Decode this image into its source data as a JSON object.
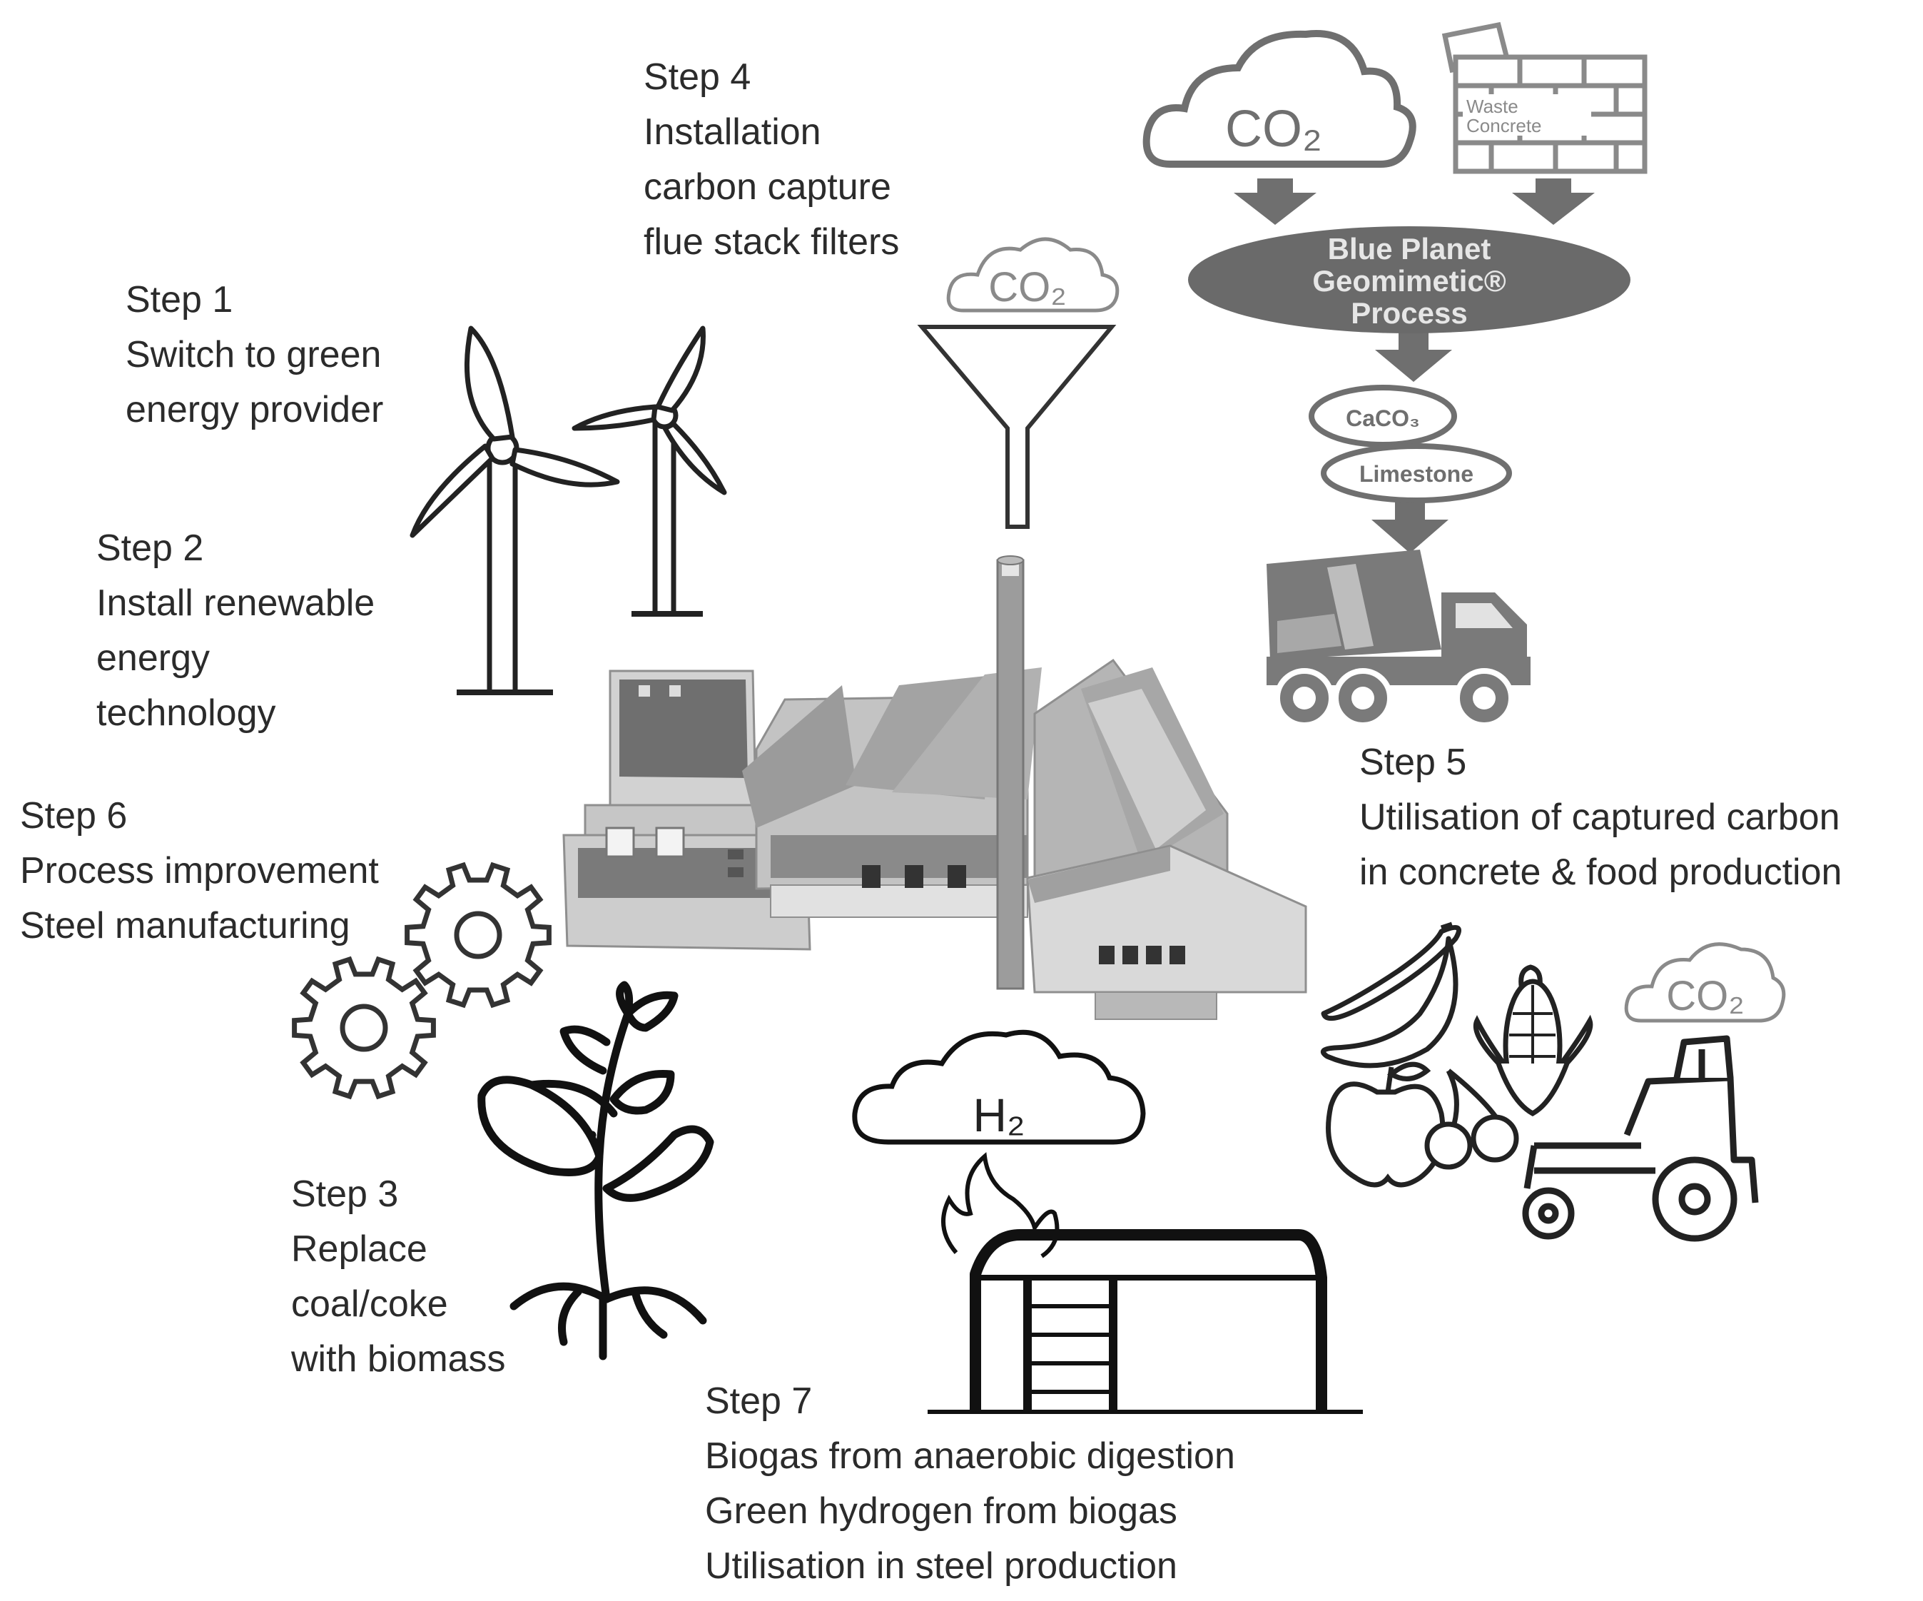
{
  "steps": [
    {
      "id": "step-1",
      "title": "Step 1",
      "lines": [
        "Switch to green",
        "energy provider"
      ]
    },
    {
      "id": "step-2",
      "title": "Step 2",
      "lines": [
        "Install renewable",
        "energy",
        "technology"
      ]
    },
    {
      "id": "step-3",
      "title": "Step 3",
      "lines": [
        "Replace",
        "coal/coke",
        "with biomass"
      ]
    },
    {
      "id": "step-4",
      "title": "Step 4",
      "lines": [
        "Installation",
        "carbon capture",
        "flue stack filters"
      ]
    },
    {
      "id": "step-5",
      "title": "Step 5",
      "lines": [
        "Utilisation of captured carbon",
        "in concrete & food production"
      ]
    },
    {
      "id": "step-6",
      "title": "Step 6",
      "lines": [
        "Process improvement",
        "Steel manufacturing"
      ]
    },
    {
      "id": "step-7",
      "title": "Step 7",
      "lines": [
        "Biogas from anaerobic digestion",
        "Green hydrogen from biogas",
        "Utilisation in steel production"
      ]
    }
  ],
  "labels": {
    "co2_main": "CO₂",
    "co2_filter": "CO₂",
    "co2_food": "CO₂",
    "waste_concrete": [
      "Waste",
      "Concrete"
    ],
    "process": [
      "Blue Planet",
      "Geomimetic®",
      "Process"
    ],
    "caco3": "CaCO₃",
    "limestone": "Limestone",
    "h2": "H₂"
  },
  "colors": {
    "text": "#2b2b2b",
    "line_art": "#222222",
    "grey_dark": "#6f6f6f",
    "grey_mid": "#9a9a9a",
    "grey_light": "#c8c8c8"
  }
}
